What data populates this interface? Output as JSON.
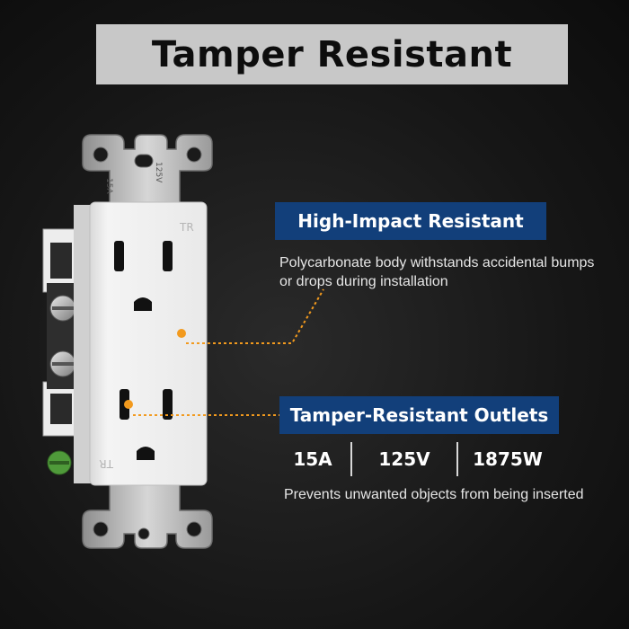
{
  "title": "Tamper Resistant",
  "receptacle_markings": {
    "tr_top": "TR",
    "tr_bottom": "TR",
    "strap_rating_left": "15A",
    "strap_rating_right": "125V"
  },
  "features": [
    {
      "heading": "High-Impact Resistant",
      "description": "Polycarbonate body withstands accidental bumps or drops during installation"
    },
    {
      "heading": "Tamper-Resistant Outlets",
      "description": "Prevents unwanted objects from being inserted"
    }
  ],
  "specs": [
    "15A",
    "125V",
    "1875W"
  ],
  "colors": {
    "header_background": "#123f7a",
    "callout_dot": "#f29a1e",
    "title_banner": "#c8c8c8"
  }
}
